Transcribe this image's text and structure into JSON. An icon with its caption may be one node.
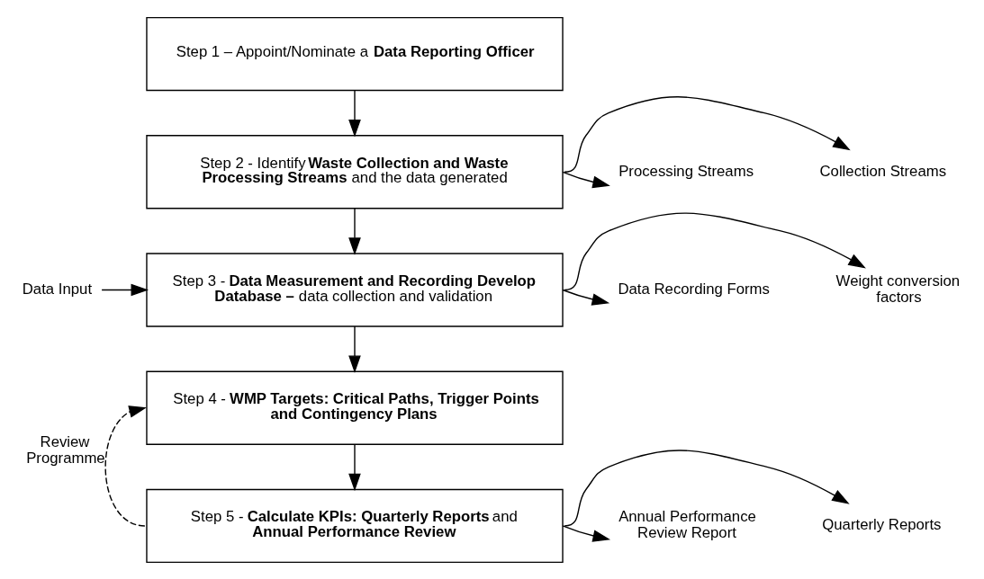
{
  "diagram": {
    "nodes": [
      {
        "text": [
          "Step 1 – Appoint/Nominate a **Data Reporting Officer**"
        ]
      },
      {
        "text": [
          "Step 2 - Identify **Waste Collection and Waste Processing Streams** and the data generated"
        ]
      },
      {
        "text": [
          "Step 3 - **Data Measurement and Recording Develop Database –** data collection and validation"
        ]
      },
      {
        "text": [
          "Step 4 - **WMP Targets: Critical Paths, Trigger Points and Contingency Plans**"
        ]
      },
      {
        "text": [
          "Step 5 - **Calculate KPIs: Quarterly Reports** and **Annual Performance Review**"
        ]
      },
      {
        "text": [
          "Collection Streams"
        ]
      },
      {
        "text": [
          "Processing Streams"
        ]
      },
      {
        "text": [
          "Weight conversion factors"
        ]
      },
      {
        "text": [
          "Data Recording Forms"
        ]
      },
      {
        "text": [
          "Data Input"
        ]
      },
      {
        "text": [
          "Quarterly Reports"
        ]
      },
      {
        "text": [
          "Annual Performance Review Report"
        ]
      }
    ],
    "edges": [
      {
        "from": 0,
        "to": 1,
        "arrow": "to"
      },
      {
        "from": 1,
        "to": 2,
        "arrow": "to"
      },
      {
        "from": 2,
        "to": 3,
        "arrow": "to"
      },
      {
        "from": 3,
        "to": 4,
        "arrow": "to"
      },
      {
        "from": 1,
        "to": 5,
        "arrow": "to"
      },
      {
        "from": 1,
        "to": 6,
        "arrow": "to"
      },
      {
        "from": 2,
        "to": 7,
        "arrow": "to"
      },
      {
        "from": 2,
        "to": 8,
        "arrow": "to"
      },
      {
        "from": 9,
        "to": 2,
        "arrow": "to"
      },
      {
        "from": 4,
        "to": 10,
        "arrow": "to"
      },
      {
        "from": 4,
        "to": 11,
        "arrow": "to"
      },
      {
        "from": 4,
        "to": 3,
        "arrow": "to",
        "style": "dashed",
        "label": "Review Programme"
      }
    ]
  }
}
